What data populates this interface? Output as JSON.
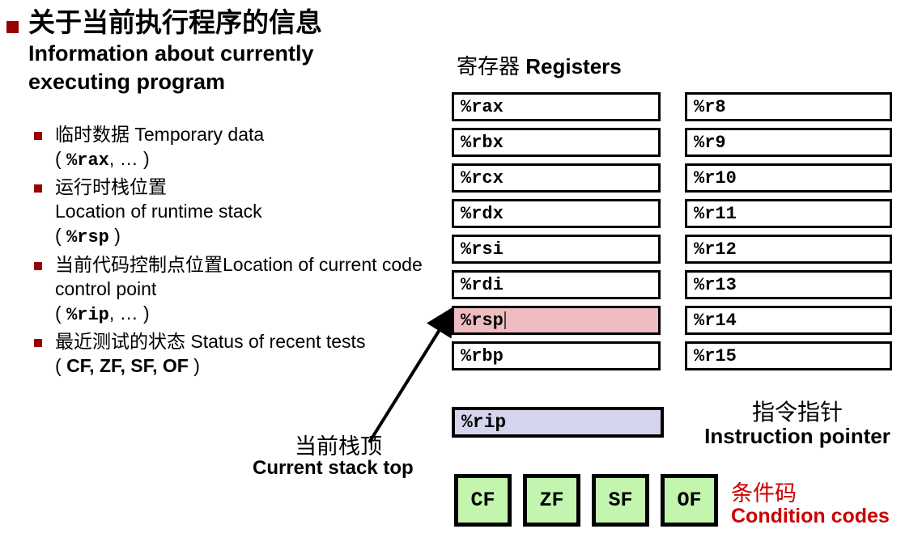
{
  "slide": {
    "title_cn": "关于当前执行程序的信息",
    "title_en": "Information about currently executing program",
    "bullets": [
      {
        "cn": "临时数据",
        "en": " Temporary data",
        "code_line_prefix": "( ",
        "code": "%rax",
        "code_line_suffix": ", … )"
      },
      {
        "cn": "运行时栈位置",
        "en": "Location of runtime stack",
        "code_line_prefix": "( ",
        "code": "%rsp",
        "code_line_suffix": " )"
      },
      {
        "cn": "当前代码控制点位置",
        "en": "Location of current code control point",
        "code_line_prefix": "( ",
        "code": "%rip",
        "code_line_suffix": ", … )"
      },
      {
        "cn": "最近测试的状态",
        "en": " Status of recent tests",
        "code_line_prefix": "( ",
        "code": "CF, ZF, SF, OF",
        "code_line_suffix": " )"
      }
    ],
    "stack_top": {
      "cn": "当前栈顶",
      "en": "Current stack top"
    },
    "registers": {
      "heading_cn": "寄存器",
      "heading_en": "Registers",
      "left_column": [
        {
          "name": "%rax",
          "highlighted": false
        },
        {
          "name": "%rbx",
          "highlighted": false
        },
        {
          "name": "%rcx",
          "highlighted": false
        },
        {
          "name": "%rdx",
          "highlighted": false
        },
        {
          "name": "%rsi",
          "highlighted": false
        },
        {
          "name": "%rdi",
          "highlighted": false
        },
        {
          "name": "%rsp",
          "highlighted": true
        },
        {
          "name": "%rbp",
          "highlighted": false
        }
      ],
      "right_column": [
        {
          "name": "%r8",
          "highlighted": false
        },
        {
          "name": "%r9",
          "highlighted": false
        },
        {
          "name": "%r10",
          "highlighted": false
        },
        {
          "name": "%r11",
          "highlighted": false
        },
        {
          "name": "%r12",
          "highlighted": false
        },
        {
          "name": "%r13",
          "highlighted": false
        },
        {
          "name": "%r14",
          "highlighted": false
        },
        {
          "name": "%r15",
          "highlighted": false
        }
      ]
    },
    "instruction_pointer": {
      "register": "%rip",
      "label_cn": "指令指针",
      "label_en": "Instruction pointer"
    },
    "condition_codes": {
      "flags": [
        "CF",
        "ZF",
        "SF",
        "OF"
      ],
      "label_cn": "条件码",
      "label_en": "Condition codes"
    },
    "colors": {
      "bullet_red": "#990000",
      "highlight_pink": "#efbdc1",
      "rip_lavender": "#d5d4ef",
      "flag_green": "#c3f5ae",
      "label_red": "#cc0000",
      "border_black": "#000000"
    }
  }
}
